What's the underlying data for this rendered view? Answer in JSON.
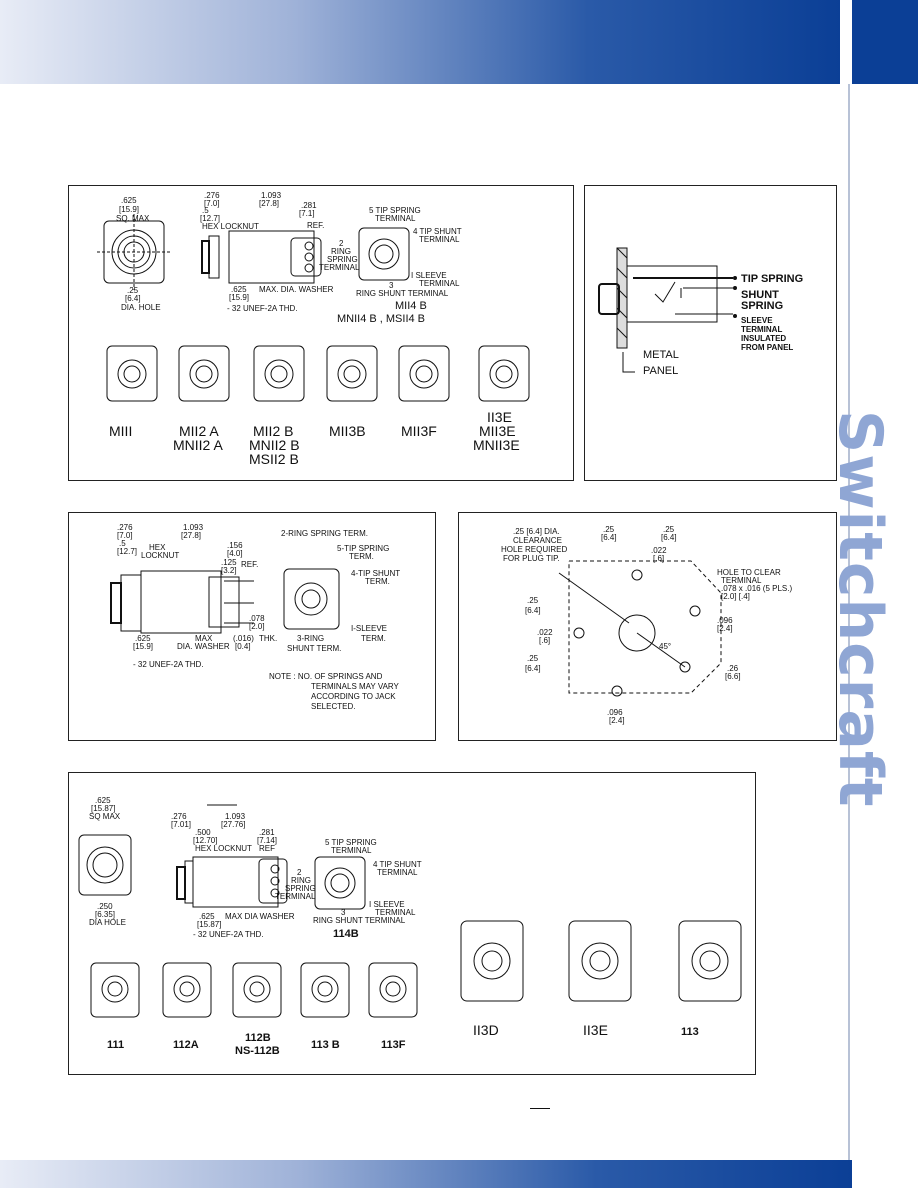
{
  "brand": {
    "name": "Switchcraft"
  },
  "colors": {
    "band_dark": "#0b3f96",
    "brand_text": "#8fa6d4"
  },
  "panel1": {
    "dims": {
      "w625": ".625",
      "w159": "[15.9]",
      "sqmax": "SQ. MAX",
      "d25": ".25",
      "d64": "[6.4]",
      "dia_hole": "DIA. HOLE",
      "d276": ".276",
      "d70": "[7.0]",
      "d1093": "1.093",
      "d278": "[27.8]",
      "d5": ".5",
      "d127": "[12.7]",
      "hex": "HEX LOCKNUT",
      "d281": ".281",
      "d71": "[7.1]",
      "ref": "REF.",
      "d625b": ".625",
      "d159b": "[15.9]",
      "washer": "MAX. DIA. WASHER",
      "thread": "- 32 UNEF-2A THD."
    },
    "terms": {
      "t5": "5 TIP SPRING",
      "t5b": "TERMINAL",
      "t4": "4 TIP SHUNT",
      "t4b": "TERMINAL",
      "t2": "2",
      "t2a": "RING",
      "t2b": "SPRING",
      "t2c": "TERMINAL",
      "t1": "I SLEEVE",
      "t1b": "TERMINAL",
      "t3": "3",
      "t3b": "RING SHUNT TERMINAL"
    },
    "model_a": "MII4 B",
    "model_b": "MNII4 B , MSII4 B",
    "variants": [
      {
        "l1": "MIII",
        "l2": "",
        "l3": ""
      },
      {
        "l1": "MII2 A",
        "l2": "MNII2 A",
        "l3": ""
      },
      {
        "l1": "MII2 B",
        "l2": "MNII2 B",
        "l3": "MSII2 B"
      },
      {
        "l1": "MII3B",
        "l2": "",
        "l3": ""
      },
      {
        "l1": "MII3F",
        "l2": "",
        "l3": ""
      },
      {
        "l1": "II3E",
        "l2": "MII3E",
        "l3": "MNII3E"
      }
    ]
  },
  "panel2": {
    "tip": "TIP SPRING",
    "shunt": "SHUNT",
    "spring": "SPRING",
    "sleeve1": "SLEEVE",
    "sleeve2": "TERMINAL",
    "sleeve3": "INSULATED",
    "sleeve4": "FROM PANEL",
    "metal": "METAL",
    "panel": "PANEL"
  },
  "panel3": {
    "d276": ".276",
    "d70": "[7.0]",
    "d1093": "1.093",
    "d278": "[27.8]",
    "d5": ".5",
    "d127": "[12.7]",
    "hex1": "HEX",
    "hex2": "LOCKNUT",
    "d156": ".156",
    "d40": "[4.0]",
    "d125": ".125",
    "d32": "[3.2]",
    "ref": "REF.",
    "ring": "2-RING SPRING TERM.",
    "tip": "5-TIP SPRING",
    "tip2": "TERM.",
    "tshunt": "4-TIP SHUNT",
    "tshunt2": "TERM.",
    "d078": ".078",
    "d20": "[2.0]",
    "d016": "(.016)",
    "thk": "THK.",
    "d04": "[0.4]",
    "rshunt": "3-RING",
    "rshunt2": "SHUNT TERM.",
    "sleeve": "I-SLEEVE",
    "sleeve2": "TERM.",
    "d625": ".625",
    "d159": "[15.9]",
    "max": "MAX",
    "washer": "DIA. WASHER",
    "thread": "- 32 UNEF-2A THD.",
    "note1": "NOTE :  NO. OF SPRINGS AND",
    "note2": "TERMINALS MAY VARY",
    "note3": "ACCORDING TO JACK",
    "note4": "SELECTED."
  },
  "panel4": {
    "dia": ".25 [6.4] DIA.",
    "clear": "CLEARANCE",
    "holereq": "HOLE REQUIRED",
    "forplug": "FOR PLUG TIP.",
    "d25a": ".25",
    "d64a": "[6.4]",
    "d25b": ".25",
    "d64b": "[6.4]",
    "d022": ".022",
    "d6": "[.6]",
    "hole1": "HOLE TO CLEAR",
    "hole2": "TERMINAL",
    "slot": ".078 x .016 (5 PLS.)",
    "slot2": "[2.0]   [.4]",
    "d25c": ".25",
    "d64c": "[6.4]",
    "d096": ".096",
    "d24": "[2.4]",
    "d022b": ".022",
    "d6b": "[.6]",
    "deg": "45°",
    "d25d": ".25",
    "d64d": "[6.4]",
    "d26": ".26",
    "d66": "[6.6]",
    "d096b": ".096",
    "d24b": "[2.4]"
  },
  "panel5": {
    "w625": ".625",
    "w1587": "[15.87]",
    "sqmax": "SQ MAX",
    "d250": ".250",
    "d635": "[6.35]",
    "dia_hole": "DIA HOLE",
    "d276": ".276",
    "d701": "[7.01]",
    "d1093": "1.093",
    "d2776": "[27.76]",
    "d500": ".500",
    "d1270": "[12.70]",
    "hex": "HEX LOCKNUT",
    "d281": ".281",
    "d714": "[7.14]",
    "ref": "REF",
    "d625": ".625",
    "d1587b": "[15.87]",
    "washer": "MAX DIA WASHER",
    "thread": "- 32 UNEF-2A THD.",
    "t5": "5 TIP SPRING",
    "t5b": "TERMINAL",
    "t4": "4 TIP SHUNT",
    "t4b": "TERMINAL",
    "t2": "2",
    "t2a": "RING",
    "t2b": "SPRING",
    "t2c": "TERMINAL",
    "t1": "I SLEEVE",
    "t1b": "TERMINAL",
    "t3": "3",
    "t3b": "RING SHUNT TERMINAL",
    "model": "114B",
    "variants": [
      {
        "l1": "111",
        "l2": ""
      },
      {
        "l1": "112A",
        "l2": ""
      },
      {
        "l1": "112B",
        "l2": "NS-112B"
      },
      {
        "l1": "113 B",
        "l2": ""
      },
      {
        "l1": "113F",
        "l2": ""
      }
    ],
    "large": [
      {
        "l1": "II3D"
      },
      {
        "l1": "II3E"
      },
      {
        "l1": "113"
      }
    ]
  }
}
